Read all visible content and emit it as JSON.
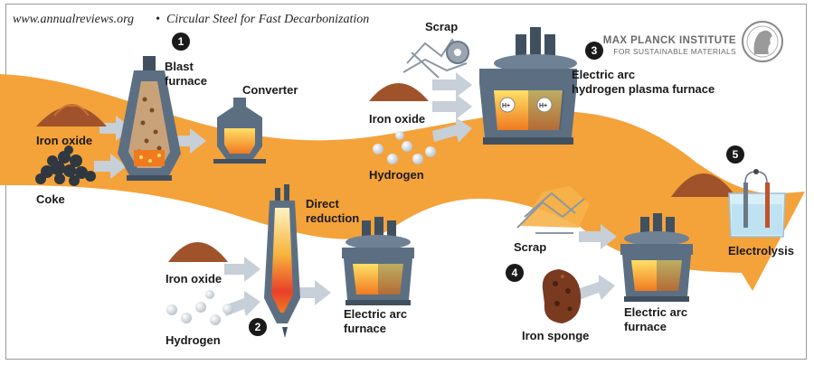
{
  "header": {
    "source": "www.annualreviews.org",
    "separator": "•",
    "title": "Circular Steel for Fast Decarbonization"
  },
  "institute": {
    "name": "MAX PLANCK INSTITUTE",
    "subtitle": "FOR SUSTAINABLE MATERIALS"
  },
  "badges": [
    "1",
    "2",
    "3",
    "4",
    "5"
  ],
  "labels": {
    "iron_oxide_1": "Iron oxide",
    "coke": "Coke",
    "blast_furnace_1": "Blast",
    "blast_furnace_2": "furnace",
    "converter": "Converter",
    "scrap_1": "Scrap",
    "iron_oxide_3": "Iron oxide",
    "hydrogen_3": "Hydrogen",
    "eah_1": "Electric arc",
    "eah_2": "hydrogen plasma furnace",
    "direct_reduction_1": "Direct",
    "direct_reduction_2": "reduction",
    "iron_oxide_2": "Iron oxide",
    "hydrogen_2": "Hydrogen",
    "eaf2_1": "Electric arc",
    "eaf2_2": "furnace",
    "scrap_4": "Scrap",
    "iron_sponge": "Iron sponge",
    "eaf4_1": "Electric arc",
    "eaf4_2": "furnace",
    "electrolysis": "Electrolysis",
    "h_plus": "H+"
  },
  "colors": {
    "stream": "#f4a23a",
    "steel": "#5c6f82",
    "steel_dark": "#41505f",
    "ore": "#a0532a",
    "molten": "#f07a20",
    "arrow": "#c7cfd8"
  }
}
